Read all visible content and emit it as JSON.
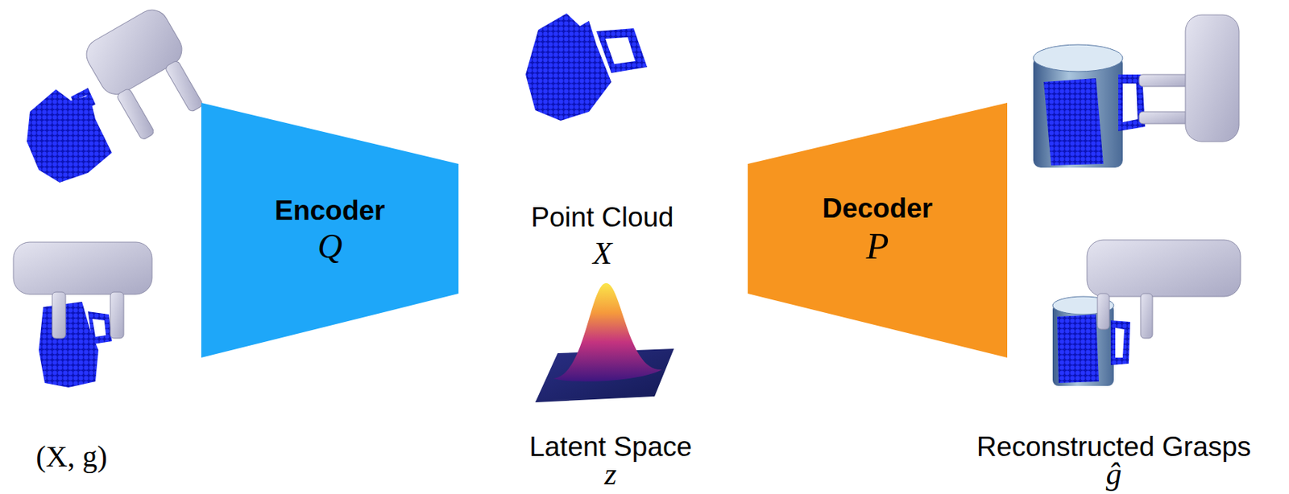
{
  "diagram": {
    "nodes": [
      {
        "text": [
          "Encoder",
          "Q"
        ]
      },
      {
        "text": [
          "Decoder",
          "P"
        ]
      }
    ],
    "labels": [
      "(X, g)",
      "Point Cloud",
      "X",
      "Latent Space",
      "z",
      "Reconstructed Grasps",
      "ĝ"
    ]
  }
}
